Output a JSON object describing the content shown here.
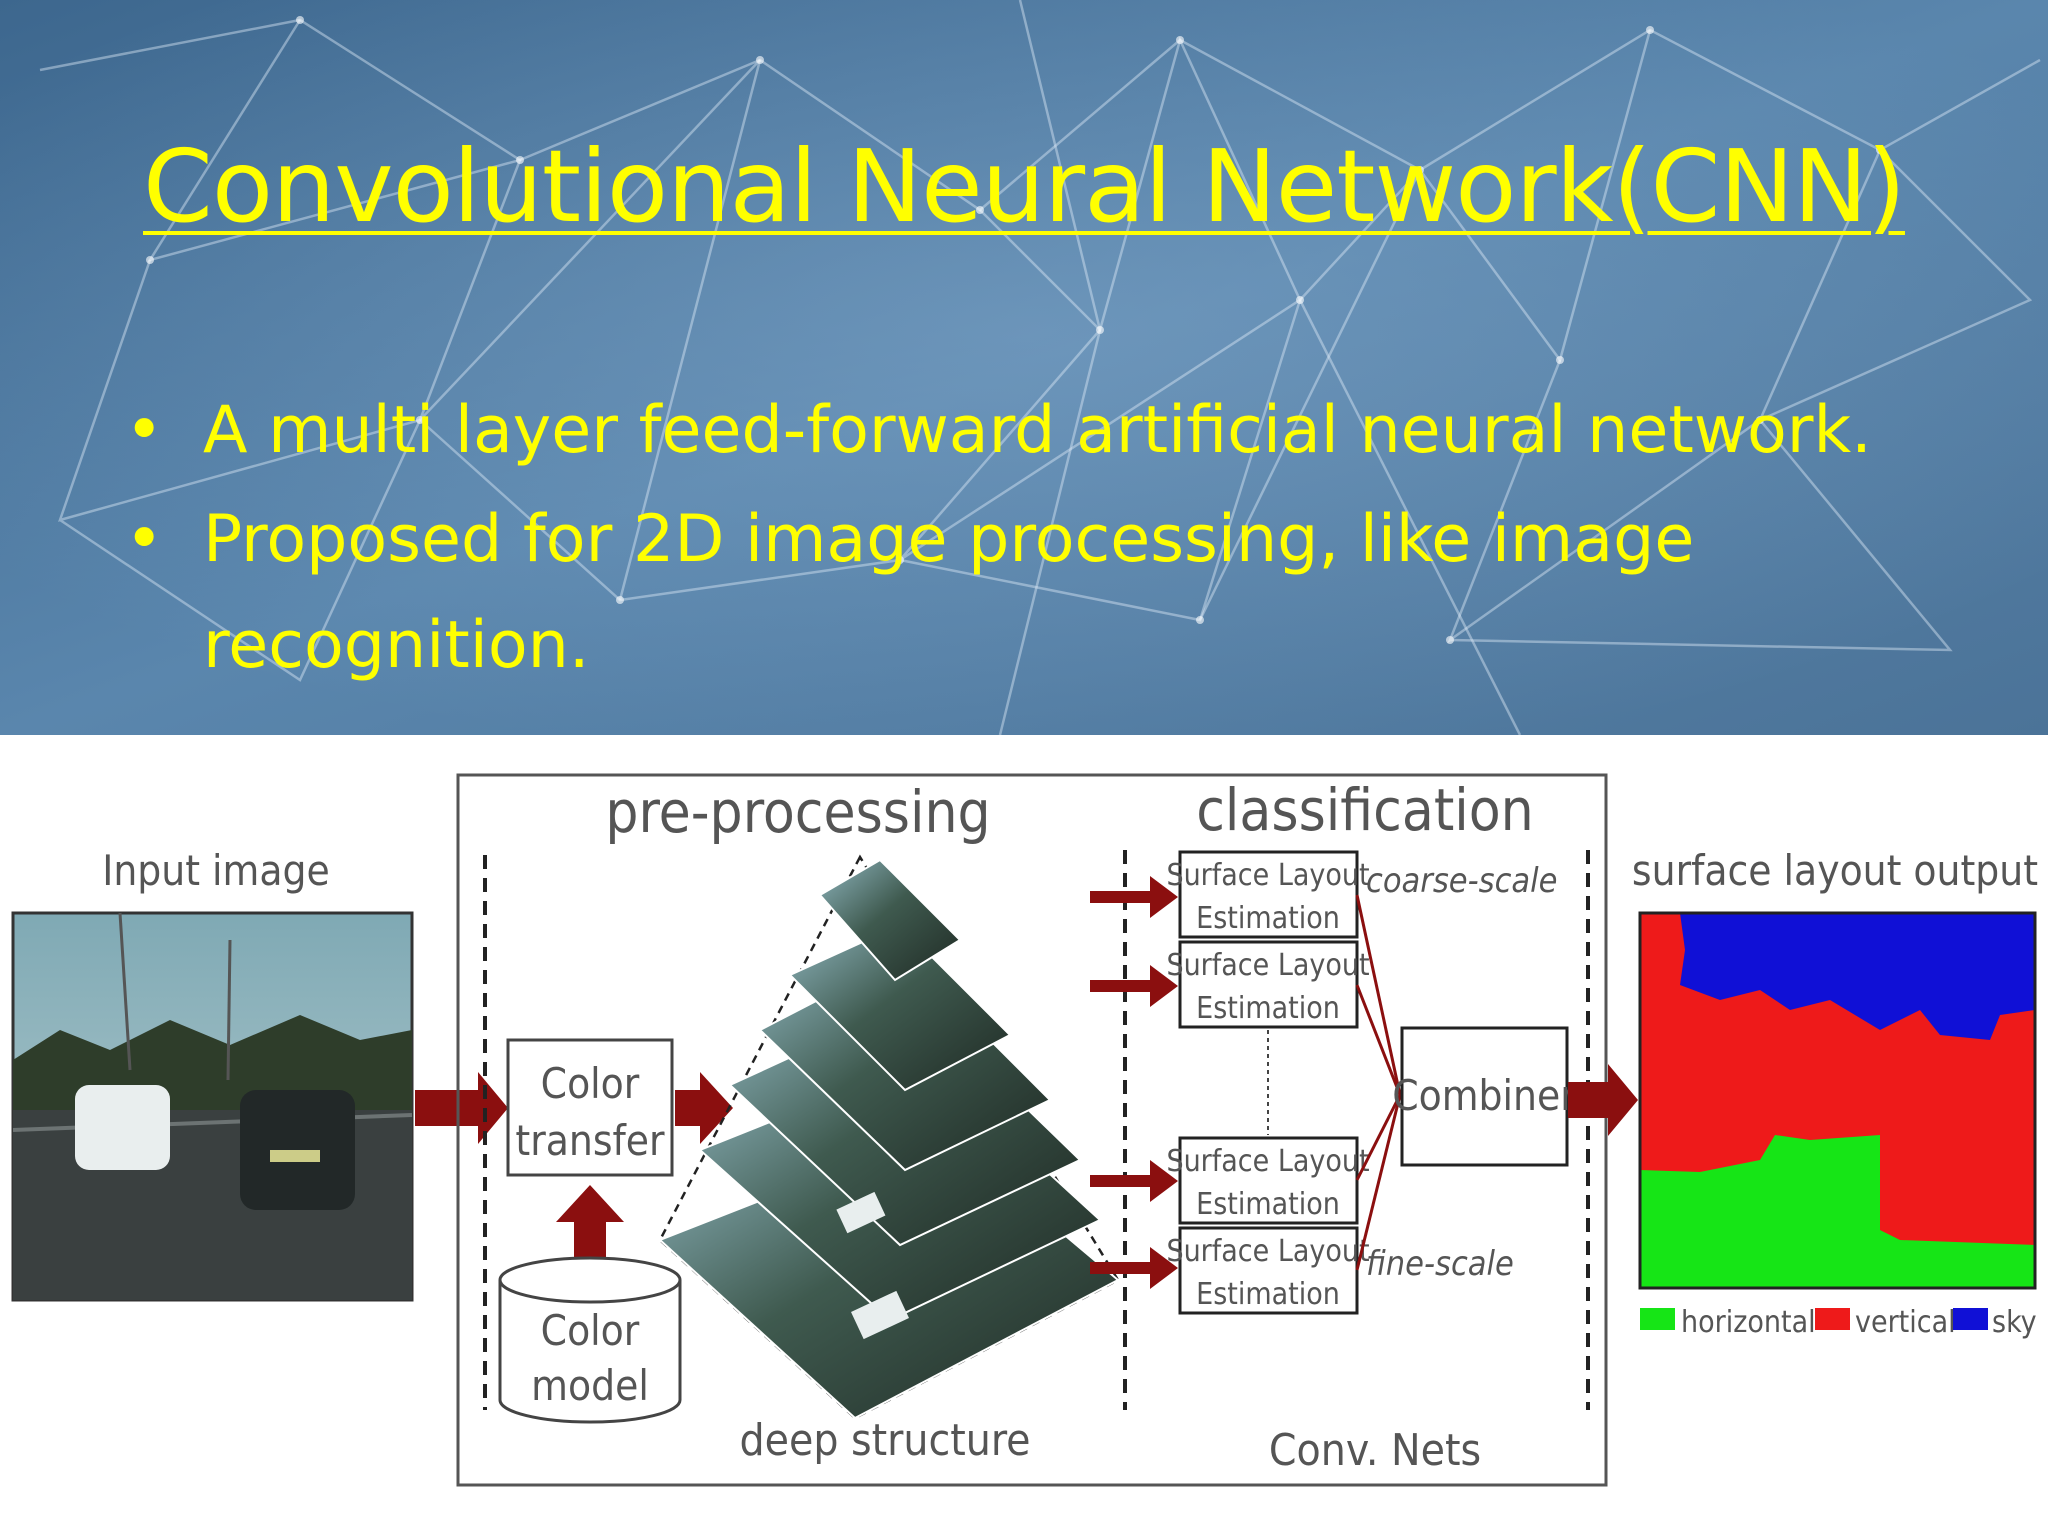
{
  "slide": {
    "title": "Convolutional Neural Network(CNN)",
    "bullets": [
      "A multi layer feed-forward artificial neural network.",
      "Proposed for 2D image processing, like image recognition."
    ],
    "colors": {
      "title": "#ffff00",
      "bullets": "#ffff00",
      "background": "#4a7196"
    }
  },
  "diagram": {
    "input_label": "Input image",
    "preprocessing_label": "pre-processing",
    "classification_label": "classification",
    "color_transfer_lines": [
      "Color",
      "transfer"
    ],
    "color_model_lines": [
      "Color",
      "model"
    ],
    "deep_structure_label": "deep structure",
    "conv_nets_label": "Conv. Nets",
    "estimator_line1": "Surface Layout",
    "estimator_line2": "Estimation",
    "coarse_label": "coarse-scale",
    "fine_label": "fine-scale",
    "combiner_label": "Combiner",
    "output_label": "surface layout output",
    "legend": [
      {
        "label": "horizontal",
        "color": "#16e516"
      },
      {
        "label": "vertical",
        "color": "#ee1a1a"
      },
      {
        "label": "sky",
        "color": "#1010d6"
      }
    ],
    "arrow_color": "#8b0f0f"
  }
}
